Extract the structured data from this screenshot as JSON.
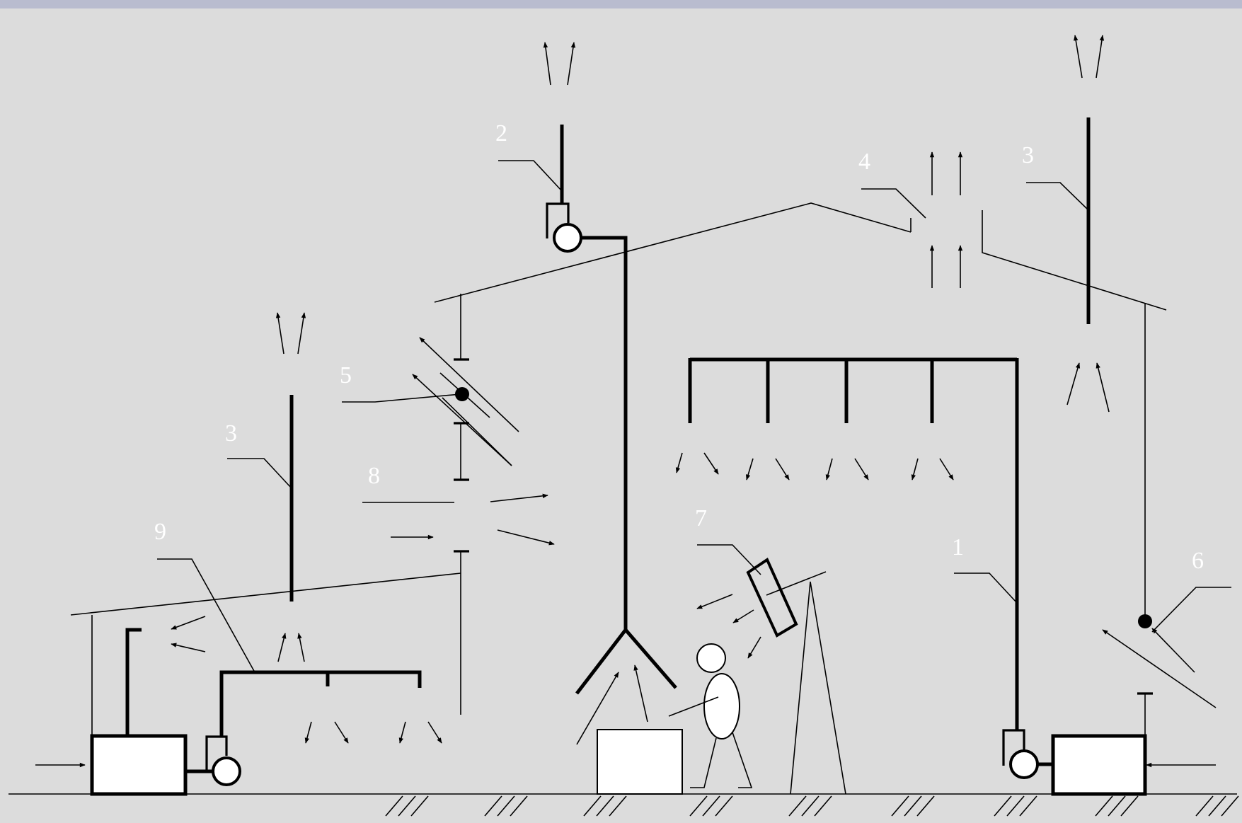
{
  "labels": {
    "l1": "1",
    "l2": "2",
    "l3a": "3",
    "l3b": "3",
    "l4": "4",
    "l5": "5",
    "l6": "6",
    "l7": "7",
    "l8": "8",
    "l9": "9"
  },
  "colors": {
    "background": "#dcdcdc",
    "top_strip": "#b9bccf",
    "ink": "#000000",
    "label_text": "#ffffff"
  }
}
